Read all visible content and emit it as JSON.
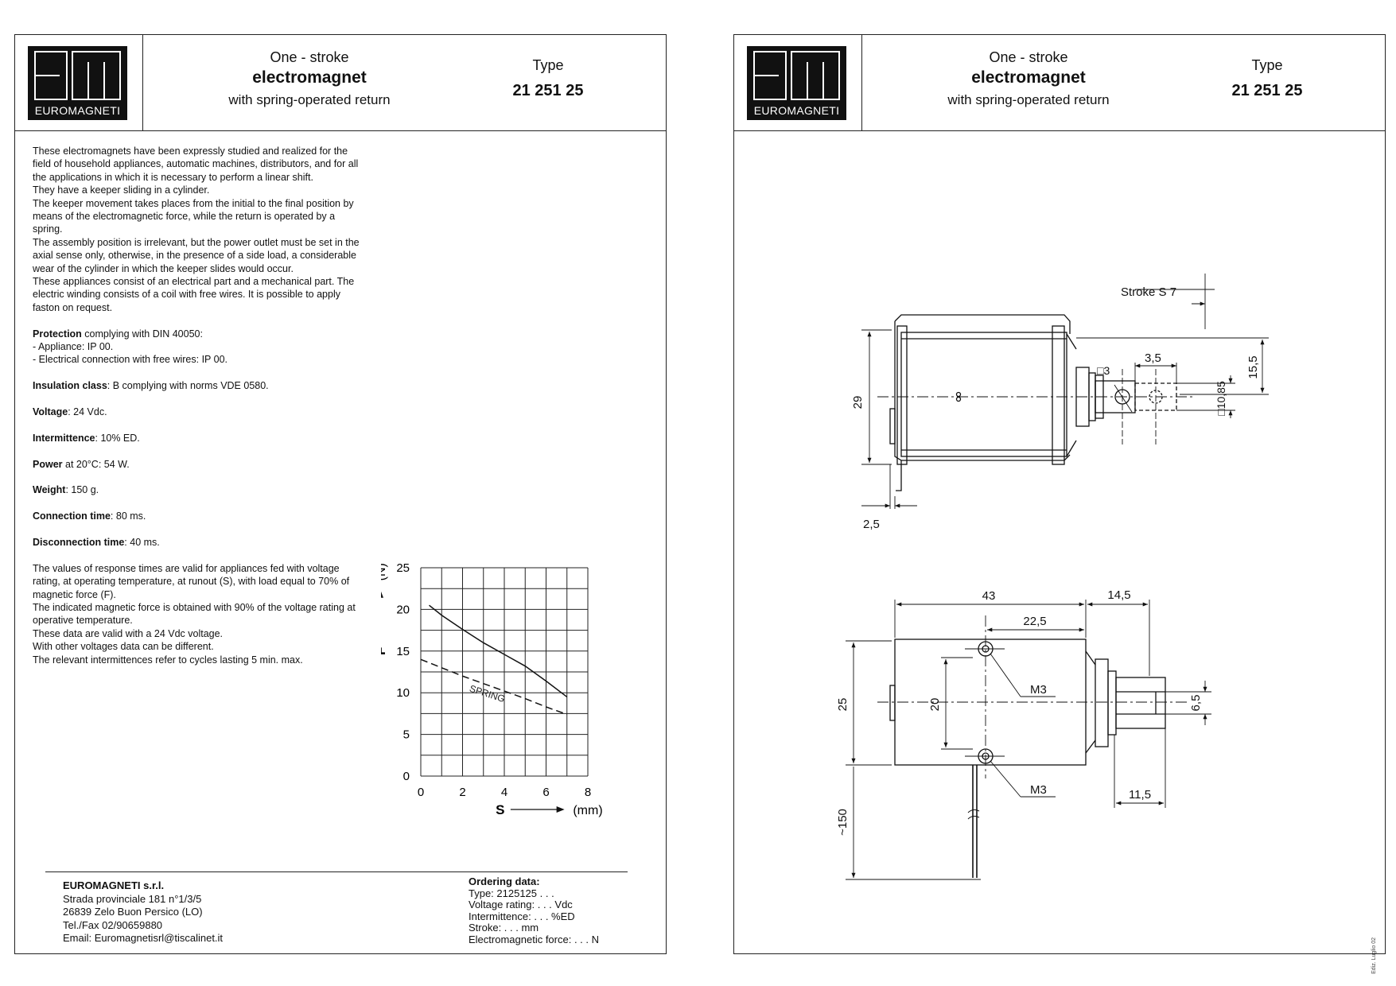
{
  "header": {
    "logo_text": "EUROMAGNETI",
    "title_line1": "One - stroke",
    "title_line2": "electromagnet",
    "title_line3": "with spring-operated return",
    "type_label": "Type",
    "type_value": "21 251 25"
  },
  "description": [
    "These electromagnets have been expressly studied and realized for the field of household appliances, automatic machines, distributors, and for all the applications in which it is necessary to perform a linear shift.",
    "They have a keeper sliding in a cylinder.",
    "The keeper movement takes places from the initial to the final position by means of the electromagnetic force, while the return is operated by a spring.",
    "The assembly position is irrelevant, but the power outlet must be set in the axial sense only, otherwise, in the presence of a side load, a considerable wear of the cylinder in which the keeper slides would occur.",
    "These appliances consist of an electrical part and a mechanical part. The electric winding consists of a coil with free wires. It is possible to apply faston on request."
  ],
  "specs": {
    "protection_label": "Protection",
    "protection_text": " complying with DIN 40050:",
    "protection_line2": "- Appliance: IP 00.",
    "protection_line3": "- Electrical connection with free wires: IP 00.",
    "insulation_label": "Insulation class",
    "insulation_text": ": B complying with norms VDE 0580.",
    "voltage_label": "Voltage",
    "voltage_text": ": 24 Vdc.",
    "intermittence_label": "Intermittence",
    "intermittence_text": ": 10% ED.",
    "power_label": "Power",
    "power_text": " at 20°C: 54 W.",
    "weight_label": "Weight",
    "weight_text": ": 150 g.",
    "connection_label": "Connection time",
    "connection_text": ": 80 ms.",
    "disconnection_label": "Disconnection time",
    "disconnection_text": ": 40 ms."
  },
  "notes": [
    "The values of response times are valid for appliances fed with voltage rating, at operating temperature, at runout (S), with load equal to 70% of magnetic force (F).",
    "The indicated magnetic force is obtained with 90% of the voltage rating at operative temperature.",
    "These data are valid with a 24 Vdc voltage.",
    "With other voltages data can be different.",
    "The relevant intermittences refer to cycles lasting 5 min. max."
  ],
  "chart_data": {
    "type": "line",
    "title": "",
    "xlabel": "S",
    "xunit": "(mm)",
    "ylabel": "F",
    "yunit": "(N)",
    "xlim": [
      0,
      8
    ],
    "ylim": [
      0,
      25
    ],
    "x_ticks": [
      0,
      2,
      4,
      6,
      8
    ],
    "y_ticks": [
      0,
      5,
      10,
      15,
      20,
      25
    ],
    "grid": true,
    "series": [
      {
        "name": "",
        "style": "solid",
        "x": [
          0.4,
          1,
          2,
          3,
          4,
          5,
          6,
          7
        ],
        "y": [
          20.5,
          19.3,
          17.6,
          16.0,
          14.6,
          13.2,
          11.4,
          9.5
        ]
      },
      {
        "name": "SPRING",
        "style": "dashed",
        "x": [
          0,
          1,
          2,
          3,
          4,
          5,
          6,
          7
        ],
        "y": [
          14,
          13.0,
          12.0,
          11.1,
          10.2,
          9.3,
          8.3,
          7.4
        ]
      }
    ]
  },
  "footer": {
    "company": "EUROMAGNETI s.r.l.",
    "address1": "Strada provinciale 181 n°1/3/5",
    "address2": "26839 Zelo Buon Persico (LO)",
    "phone": "Tel./Fax 02/90659880",
    "email": "Email: Euromagnetisrl@tiscalinet.it",
    "order_title": "Ordering data:",
    "order_type": "Type: 2125125 . . .",
    "order_voltage": "Voltage rating: . . . Vdc",
    "order_intermittence": "Intermittence: . . . %ED",
    "order_stroke": "Stroke: . . . mm",
    "order_force": "Electromagnetic force: . . . N"
  },
  "drawing": {
    "stroke_label": "Stroke S 7",
    "dim_29": "29",
    "dim_2_5": "2,5",
    "dim_sq3": "□3",
    "dim_3_5": "3,5",
    "dim_15_5": "15,5",
    "dim_sq10_85": "□10,85",
    "dim_43": "43",
    "dim_14_5": "14,5",
    "dim_22_5": "22,5",
    "dim_25": "25",
    "dim_20": "20",
    "dim_m3_top": "M3",
    "dim_m3_bottom": "M3",
    "dim_6_5": "6,5",
    "dim_11_5": "11,5",
    "dim_150": "~150",
    "revision_code": "Ediz. Luglio 02"
  }
}
